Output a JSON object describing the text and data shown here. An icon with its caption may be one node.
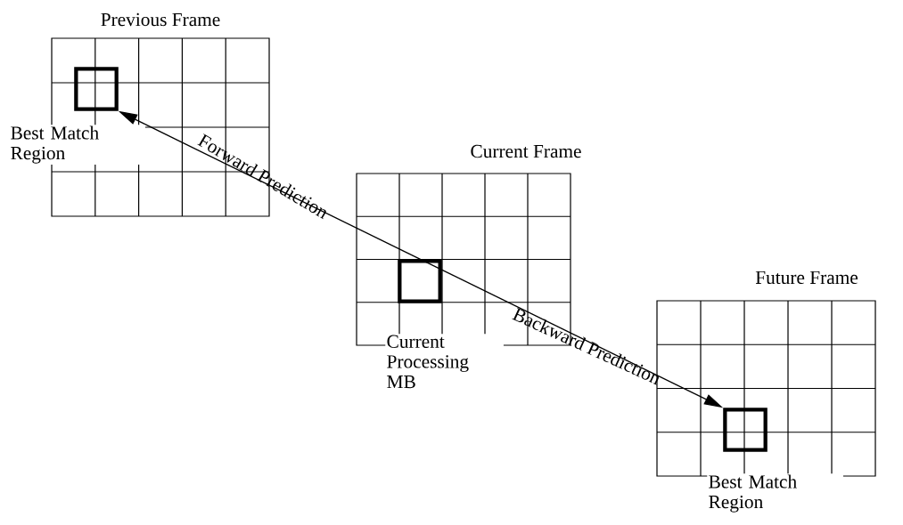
{
  "diagram": {
    "nodes": [
      {
        "text": [
          "Previous Frame"
        ]
      },
      {
        "text": [],
        "shape": "box",
        "in": 0,
        "beside": [
          "Best Match Region"
        ]
      },
      {
        "text": [
          "Current Frame"
        ]
      },
      {
        "text": [],
        "shape": "box",
        "in": 2,
        "beside": [
          "Current Processing MB"
        ]
      },
      {
        "text": [
          "Future Frame"
        ]
      },
      {
        "text": [],
        "shape": "box",
        "in": 4,
        "beside": [
          "Best Match Region"
        ]
      }
    ],
    "edges": [
      {
        "from": 3,
        "to": 1,
        "arrow": "to",
        "label": "Forward Prediction"
      },
      {
        "from": 3,
        "to": 5,
        "arrow": "to",
        "label": "Backward Prediction"
      }
    ]
  }
}
